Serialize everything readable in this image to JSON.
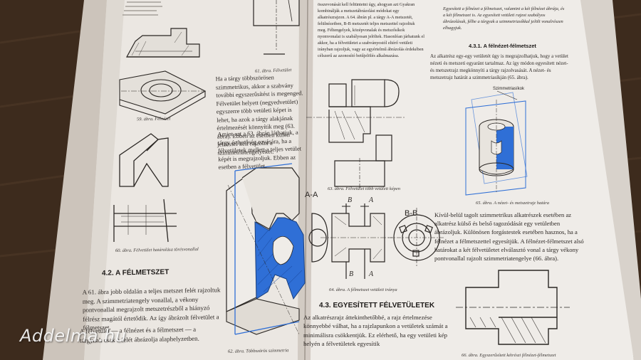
{
  "watermark": {
    "text": "Addelma.hu"
  },
  "left_page": {
    "captions": {
      "fig59": "59. ábra. Félnézet",
      "fig60": "60. ábra. Félvetület határolása törésvonallal",
      "fig61": "61. ábra. Félvetület",
      "fig62": "62. ábra. Többszörös szimmetria"
    },
    "heading": "4.2. A FÉLMETSZET",
    "paragraph_left": "A 61. ábra jobb oldalán a teljes metszet felét rajzoltuk meg. A szimmetriatengely vonallal, a vékony pontvonallal megrajzolt metszetrészből a hiányzó félrész magától értetődik. Az így ábrázolt félvetület a félmetszet.",
    "list_item": "A félvetület — a félnézet és a félmetszet — a tárgynak csak a felét ábrázolja alaphelyzetben.",
    "paragraph_mid": "Ha a tárgy többszörösen szimmetrikus, akkor a szabvány további egyszerűsítést is megenged. Félvetület helyett (negyedvetület) egyszerre több vetületi képet is lehet, ha azok a tárgy alakjának értelmezését könnyítik meg (63. ábra). Ebben az esetben külön jelzéssel kell rajzolni a szimmetriatengelyeket.",
    "paragraph_mid2": "Amint azt a 63. ábrán láthatjuk, a tárgy érthetőség rovására, ha a félvetületek mellett a teljes vetület képét is megrajzoljuk. Ebben az esetben a félvetület."
  },
  "right_page": {
    "para_top": "összevonását kell feltüntetni úgy, ahogyan azt Gyakran kombinálják a metszetábrázolási módokat egy alkatrészrajzon. A 64. ábrán pl. a tárgy A-A metszetét, felülnézetben, B-B metszetét teljes metszettel rajzoltuk meg. Féltengelyek, középvonalak és metszősíkok nyomvonalai is szabályosan jelöltek. Hasonlóan járhatunk el akkor, ha a félvetületet a szabványostól eltérő vetületi irányban rajzoljuk, vagy az egyértelmű ábrázolás érdekében célszerű az azonosító betűjelölés alkalmazása.",
    "captions": {
      "fig63": "63. ábra. Félvetület több vetületi képen",
      "fig64": "64. ábra. A félmetszet vetületi iránya",
      "fig65": "65. ábra. A nézet- és metszetrajz határa",
      "fig66": "66. ábra. Egyszerűsített kétrészi félnézet-félmetszet"
    },
    "labels": {
      "a": "A",
      "b": "B",
      "bb": "B-B",
      "aa": "A-A",
      "a2": "A",
      "b2": "B"
    },
    "heading_43": "4.3. EGYESÍTETT FÉLVETÜLETEK",
    "para_43": "Az alkatrészrajz áttekinthetőbbé, a rajz értelmezése könnyebbé válhat, ha a rajzlapunkon a vetületek számát a minimálisra csökkentjük. Ez elérhető, ha egy vetületi kép helyén a félvetületek egyesítik",
    "col3_top": "Egyesített a félnézet a félmetszet, valamint a két félnézet ábrája, és a két félmetszet is. Az egyesített vetületi rajzot szabályos ábrázolásuk, félbe a tárgyak a szimmetriasíkkal jelölt vonalrészen elhagyjuk.",
    "heading_431": "4.3.1. A félnézet-félmetszet",
    "col3_mid": "Az alkatrész egy-egy vetületét úgy is megrajzolhatjuk, hogy a vetület nézeti és metszeti egyaránt tartalmaz. Az így módon egyesített nézet- és metszetrajz megkönnyíti a tárgy rajzolvasását. A nézet- és metszetrajz határát a szimmetriasíkján (65. ábra).",
    "sym_label": "Szimmetriasíkok",
    "col3_bottom": "Kívül-belül tagolt szimmetrikus alkatrészek esetében az alkatrész külső és belső tagozódását egy vetületben ábrázoljuk. Különösen forgástestek esetében hasznos, ha a félnézet a félmetszettel egyesítjük. A félnézet-félmetszet alsó határokat a két félvetületet elválasztó vonal a tárgy vékony pontvonallal rajzolt szimmetriatengelye (66. ábra)."
  },
  "colors": {
    "paper": "#ece8e3",
    "ink": "#2a2623",
    "blue": "#2f6fd6",
    "table": "#3b2a1c"
  }
}
